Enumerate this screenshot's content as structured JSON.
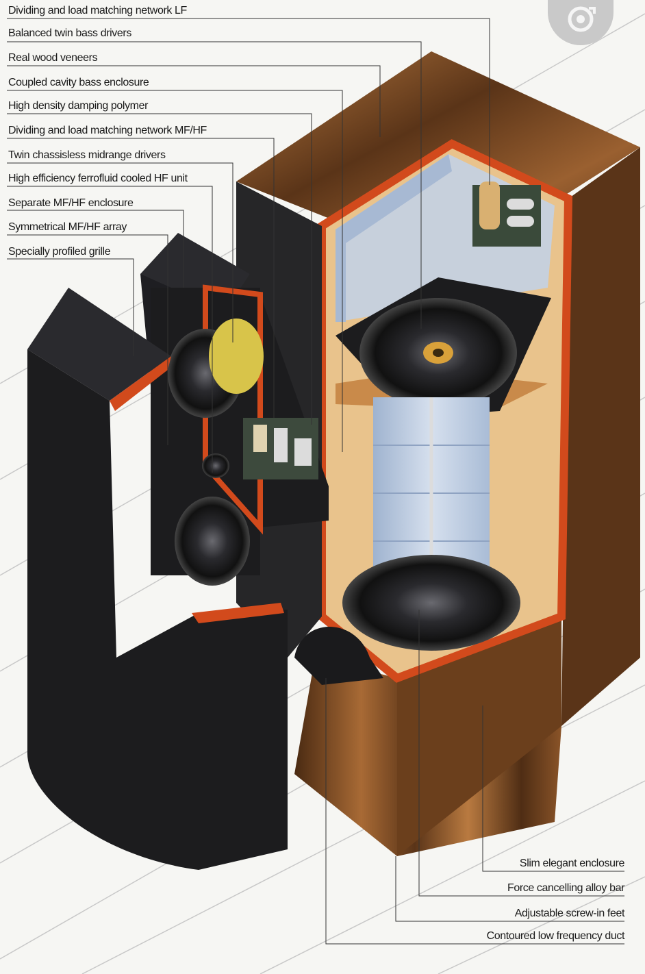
{
  "labels_left": [
    "Dividing and load matching network LF",
    "Balanced twin bass drivers",
    "Real wood veneers",
    "Coupled cavity bass enclosure",
    "High density damping polymer",
    "Dividing and load matching network MF/HF",
    "Twin chassisless midrange drivers",
    "High efficiency ferrofluid cooled HF unit",
    "Separate MF/HF enclosure",
    "Symmetrical MF/HF array",
    "Specially profiled grille"
  ],
  "labels_right": [
    "Slim elegant enclosure",
    "Force cancelling alloy bar",
    "Adjustable screw-in feet",
    "Contoured low frequency duct"
  ],
  "lens_button_icon": "lens-search-icon",
  "colors": {
    "veneer_dark": "#5a3418",
    "veneer_light": "#a86a35",
    "cabinet_black": "#1c1c1e",
    "accent_orange": "#d24a1c",
    "foam_blue": "#b9c9de"
  }
}
